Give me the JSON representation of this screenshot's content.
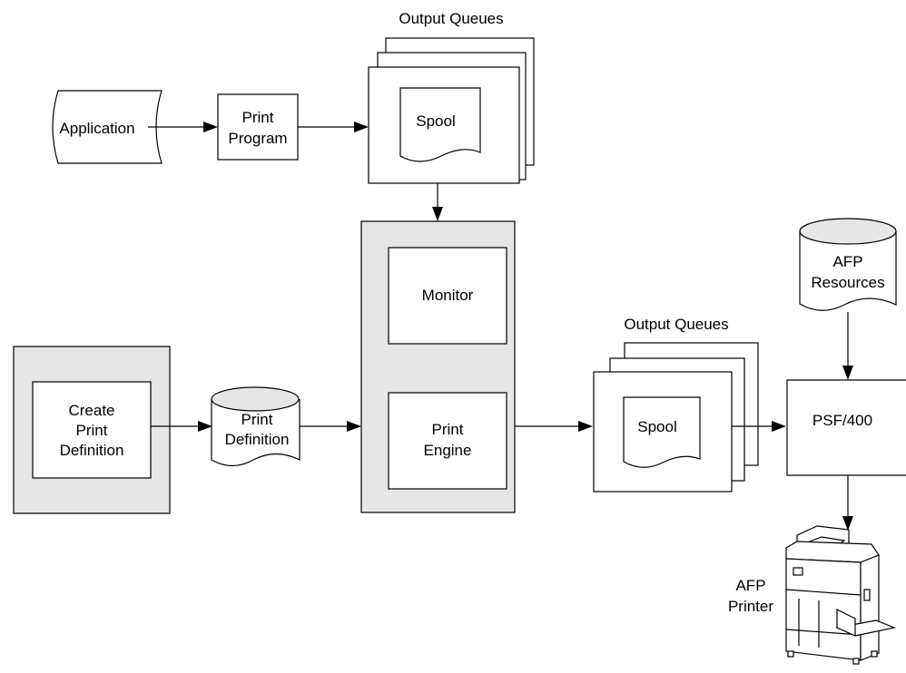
{
  "nodes": {
    "application": "Application",
    "print_program": [
      "Print",
      "Program"
    ],
    "output_queues_top": "Output Queues",
    "spool_top": "Spool",
    "monitor": "Monitor",
    "print_engine": [
      "Print",
      "Engine"
    ],
    "create_print_definition": [
      "Create",
      "Print",
      "Definition"
    ],
    "print_definition_db": [
      "Print",
      "Definition"
    ],
    "output_queues_right": "Output Queues",
    "spool_right": "Spool",
    "afp_resources": [
      "AFP",
      "Resources"
    ],
    "psf400": "PSF/400",
    "afp_printer": [
      "AFP",
      "Printer"
    ]
  },
  "colors": {
    "panel_fill": "#e6e6e6",
    "line": "#000000",
    "background": "#ffffff"
  }
}
